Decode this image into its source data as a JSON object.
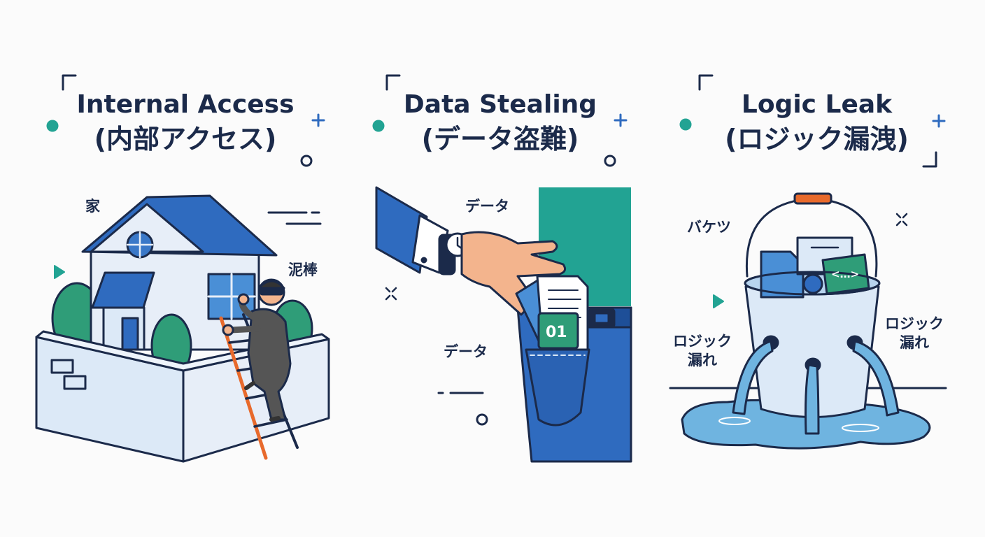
{
  "panels": [
    {
      "title_en": "Internal Access",
      "title_ja": "(内部アクセス)",
      "labels": {
        "house": "家",
        "thief": "泥棒"
      }
    },
    {
      "title_en": "Data Stealing",
      "title_ja": "(データ盗難)",
      "labels": {
        "data_top": "データ",
        "data_bottom": "データ",
        "file_code": "01"
      }
    },
    {
      "title_en": "Logic Leak",
      "title_ja": "(ロジック漏洩)",
      "labels": {
        "bucket": "バケツ",
        "leak_left_1": "ロジック",
        "leak_left_2": "漏れ",
        "leak_right_1": "ロジック",
        "leak_right_2": "漏れ",
        "code_tag": "<…>"
      }
    }
  ],
  "colors": {
    "navy": "#1b2a4a",
    "blue": "#2f6bbf",
    "light_blue": "#dce9f7",
    "teal": "#22a393",
    "green": "#2f9d78",
    "orange": "#e86a2c",
    "skin": "#f3b48d",
    "water": "#6fb4e0"
  },
  "icons": [
    "house-icon",
    "thief-icon",
    "ladder-icon",
    "hand-icon",
    "wristwatch-icon",
    "document-icon",
    "pocket-icon",
    "bucket-icon",
    "water-leak-icon",
    "sparkle-icon",
    "plus-icon",
    "circle-icon",
    "play-icon"
  ]
}
